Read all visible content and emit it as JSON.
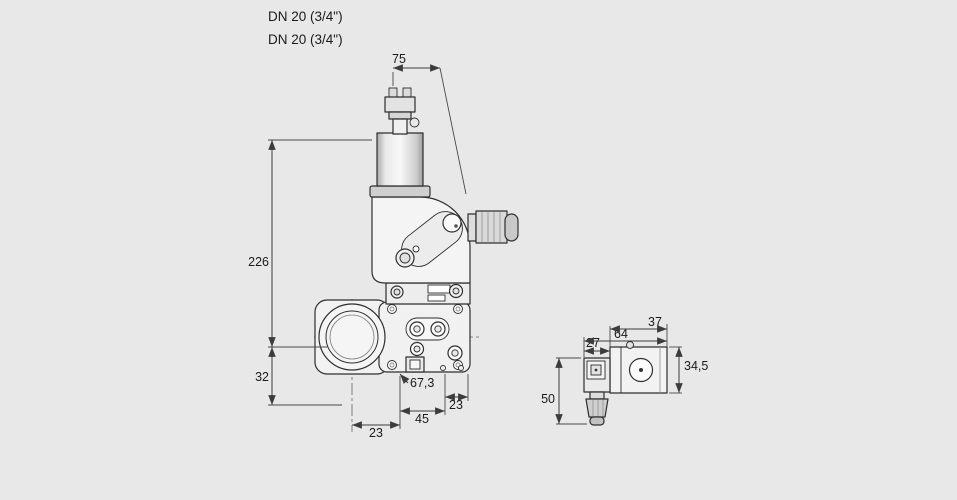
{
  "page": {
    "background_color": "#e8e8e8",
    "line_color": "#3c3c3c",
    "text_color": "#1a1a1a"
  },
  "header": {
    "line1": "DN 20 (3/4\")",
    "line2": "DN 20 (3/4\")"
  },
  "front_view": {
    "dim_width_top": "75",
    "dim_height_total": "226",
    "dim_height_bottom": "32",
    "dim_depth": "67,3",
    "dim_bottom_right": "23",
    "dim_bottom_center": "45",
    "dim_bottom_left": "23"
  },
  "side_view": {
    "dim_connector_width": "27",
    "dim_total_width": "64",
    "dim_body_width": "37",
    "dim_body_height": "34,5",
    "dim_total_height": "50"
  }
}
